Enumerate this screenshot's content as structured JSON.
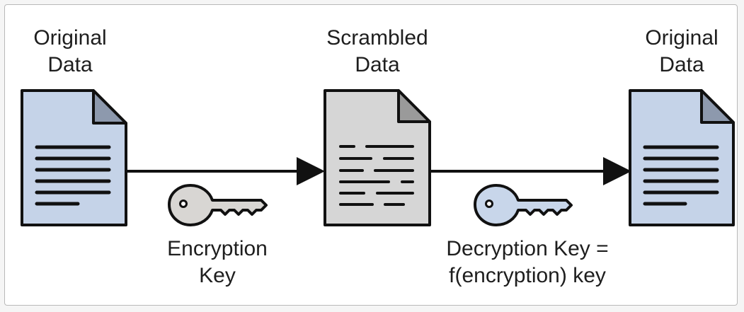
{
  "nodes": {
    "original_left": {
      "line1": "Original",
      "line2": "Data"
    },
    "scrambled": {
      "line1": "Scrambled",
      "line2": "Data"
    },
    "original_right": {
      "line1": "Original",
      "line2": "Data"
    }
  },
  "keys": {
    "encryption": {
      "line1": "Encryption",
      "line2": "Key"
    },
    "decryption": {
      "line1": "Decryption Key =",
      "line2": "f(encryption) key"
    }
  },
  "colors": {
    "document_blue": "#c5d3e8",
    "document_gray": "#d6d6d6",
    "fold_blue": "#8d99ad",
    "fold_gray": "#9a9a9a",
    "encryption_key": "#d8d6d3",
    "decryption_key": "#c8d6ea",
    "stroke": "#111111"
  }
}
